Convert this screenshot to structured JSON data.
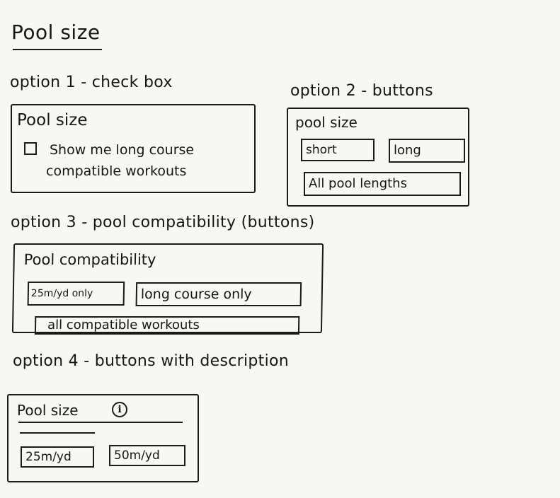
{
  "page": {
    "title": "Pool size"
  },
  "option1": {
    "heading": "option 1 - check box",
    "box_title": "Pool size",
    "checkbox_line1": "Show me long course",
    "checkbox_line2": "compatible workouts"
  },
  "option2": {
    "heading": "option 2 - buttons",
    "box_title": "pool size",
    "buttons": [
      "short",
      "long",
      "All pool lengths"
    ]
  },
  "option3": {
    "heading": "option 3 - pool compatibility (buttons)",
    "box_title": "Pool compatibility",
    "buttons": [
      "25m/yd only",
      "long course only",
      "all compatible workouts"
    ]
  },
  "option4": {
    "heading": "option 4 - buttons with description",
    "box_title": "Pool size",
    "info_icon": "info-icon",
    "info_glyph": "i",
    "buttons": [
      "25m/yd",
      "50m/yd"
    ]
  }
}
